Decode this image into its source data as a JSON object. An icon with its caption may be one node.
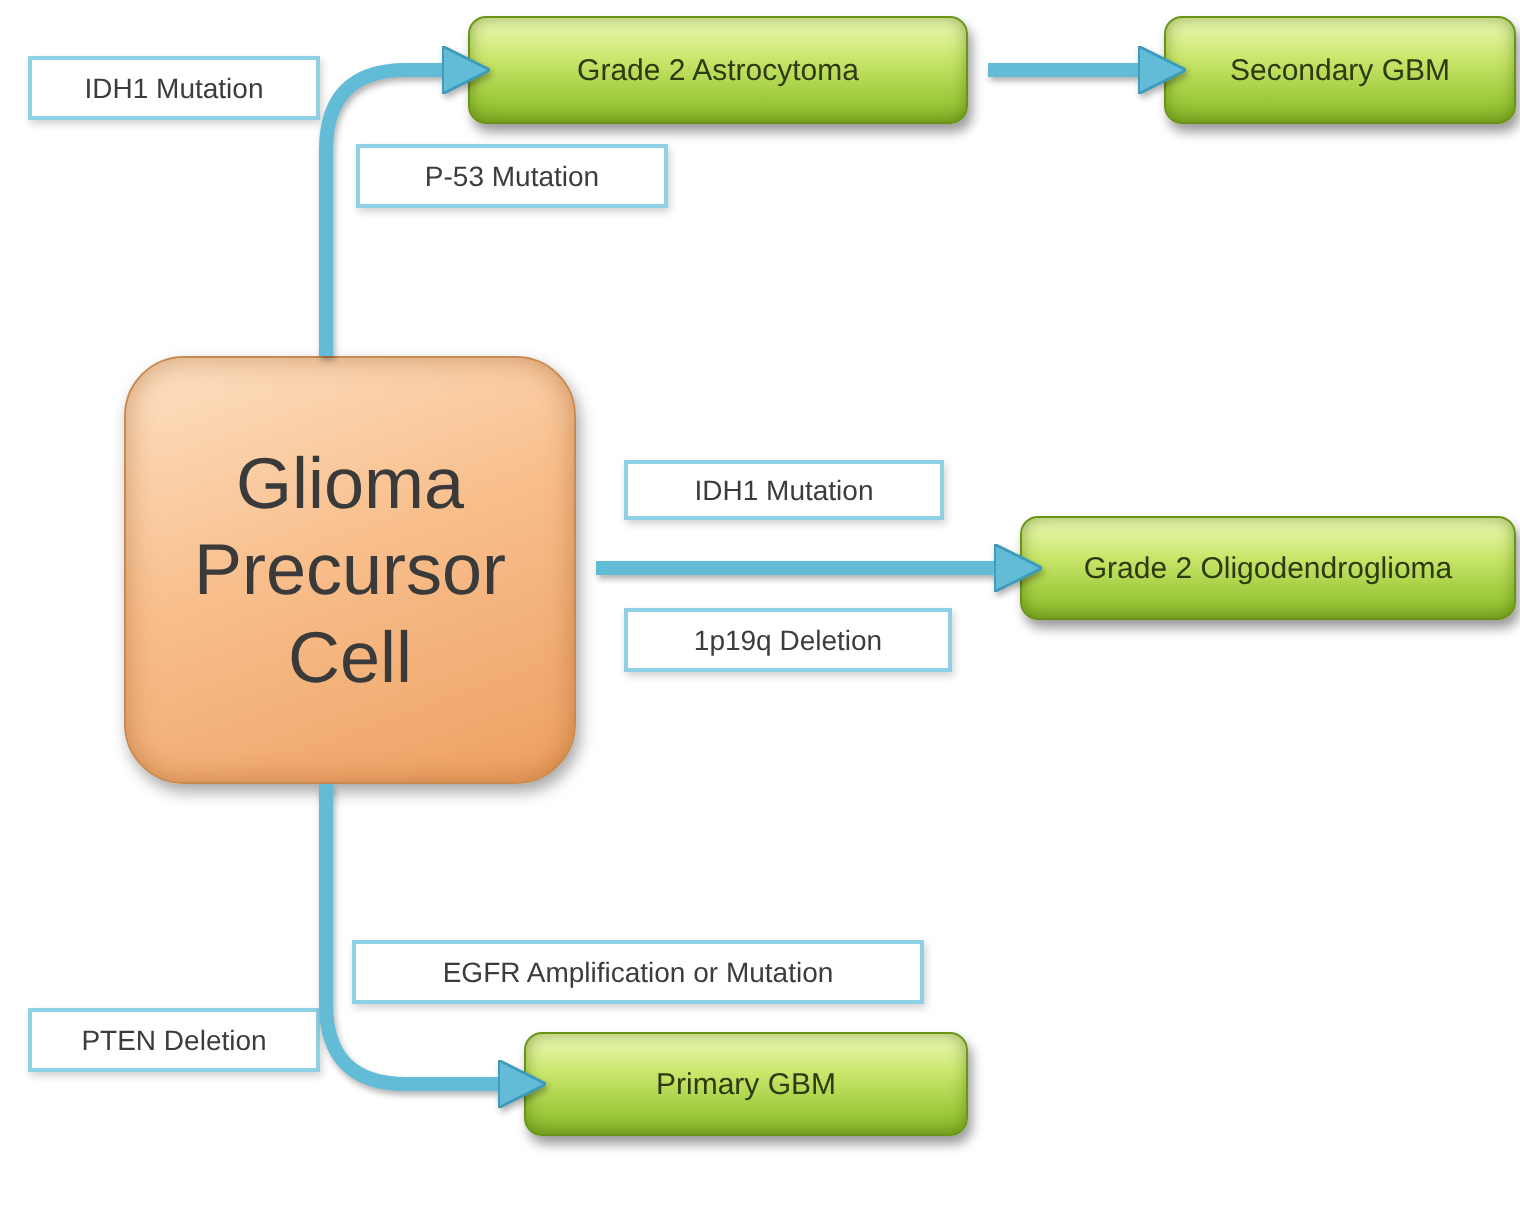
{
  "diagram": {
    "nodes": [
      {
        "text": [
          "Glioma Precursor Cell"
        ]
      },
      {
        "text": [
          "Grade 2 Astrocytoma"
        ]
      },
      {
        "text": [
          "Secondary GBM"
        ]
      },
      {
        "text": [
          "Grade 2 Oligodendroglioma"
        ]
      },
      {
        "text": [
          "Primary GBM"
        ]
      },
      {
        "text": [
          "IDH1 Mutation"
        ]
      },
      {
        "text": [
          "P-53 Mutation"
        ]
      },
      {
        "text": [
          "IDH1 Mutation"
        ]
      },
      {
        "text": [
          "1p19q Deletion"
        ]
      },
      {
        "text": [
          "EGFR Amplification or Mutation"
        ]
      },
      {
        "text": [
          "PTEN Deletion"
        ]
      }
    ],
    "edges": [
      {
        "from": 0,
        "to": 1,
        "arrow": "to"
      },
      {
        "from": 1,
        "to": 2,
        "arrow": "to"
      },
      {
        "from": 0,
        "to": 3,
        "arrow": "to"
      },
      {
        "from": 0,
        "to": 4,
        "arrow": "to"
      }
    ]
  }
}
